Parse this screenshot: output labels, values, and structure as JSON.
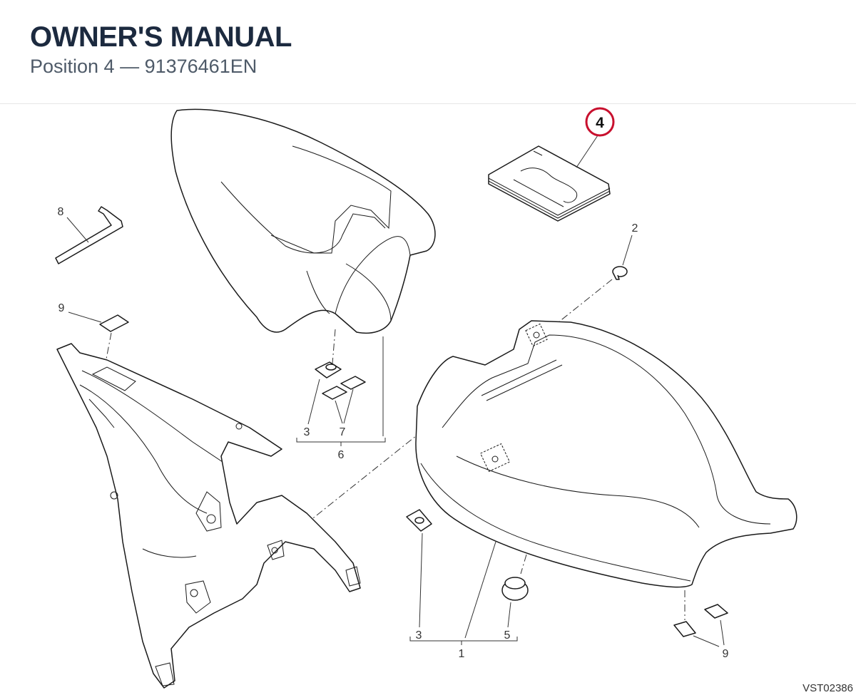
{
  "header": {
    "title": "OWNER'S MANUAL",
    "subtitle": "Position 4 — 91376461EN"
  },
  "diagram": {
    "highlight": {
      "label": "4",
      "color": "#c8102e"
    },
    "labels": {
      "allen_key": "8",
      "pad_left": "9",
      "screw": "2",
      "clip_left": "3",
      "pads_pair": "7",
      "group_left": "6",
      "clip_right": "3",
      "bumper": "5",
      "group_right": "1",
      "pad_right": "9"
    },
    "reference": "VST02386"
  }
}
